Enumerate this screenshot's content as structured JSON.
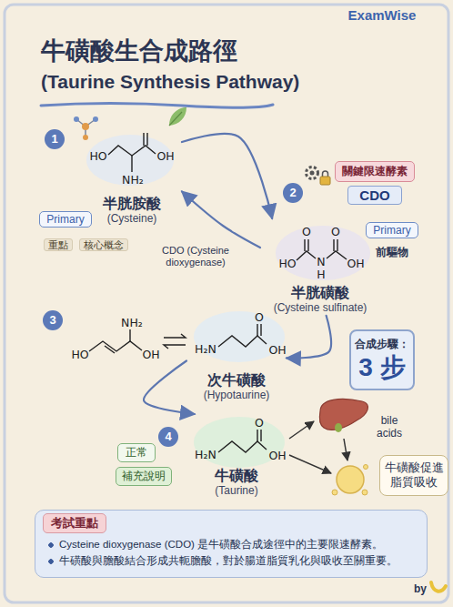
{
  "diagram": {
    "title": "牛磺酸生合成路徑",
    "nodes": [
      {
        "text": [
          "半胱胺酸",
          "(Cysteine)"
        ]
      },
      {
        "text": [
          "Primary"
        ]
      },
      {
        "text": [
          "關鍵限速酵素"
        ]
      },
      {
        "text": [
          "CDO"
        ]
      },
      {
        "text": [
          "半胱磺酸",
          "(Cysteine sulfinate)"
        ]
      },
      {
        "text": [
          "Primary"
        ]
      },
      {
        "text": [
          "次牛磺酸",
          "(Hypotaurine)"
        ]
      },
      {
        "text": [
          "合成步驟：",
          "3 步"
        ]
      },
      {
        "text": [
          "牛磺酸",
          "(Taurine)"
        ]
      },
      {
        "text": [
          "正常"
        ]
      },
      {
        "text": [
          "補充說明"
        ]
      },
      {
        "text": [
          "牛磺酸促進脂質吸收"
        ]
      },
      {
        "text": [
          "考試重點",
          "Cysteine dioxygenase (CDO) 是牛磺酸合成途徑中的主要限速酵素。",
          "牛磺酸與膽酸結合形成共軛膽酸，對於腸道脂質乳化與吸收至關重要。"
        ]
      }
    ],
    "edges": [
      {
        "from": 0,
        "to": 4,
        "arrow": "to"
      },
      {
        "from": 4,
        "to": 0,
        "label": "CDO (Cysteine dioxygenase)",
        "arrow": "to"
      },
      {
        "from": 4,
        "to": 6,
        "arrow": "to"
      },
      {
        "from": 6,
        "to": 8,
        "arrow": "to"
      }
    ],
    "labels": [
      "(Taurine Synthesis Pathway)",
      "ExamWise",
      "1",
      "2",
      "3",
      "4",
      "重點",
      "核心概念",
      "HO",
      "OH",
      "NH₂",
      "O",
      "O",
      "HO",
      "N",
      "H",
      "OH",
      "前驅物",
      "NH₂",
      "HO",
      "OH",
      "O",
      "H₂N",
      "OH",
      "O",
      "H₂N",
      "OH",
      "bile acids",
      "by"
    ]
  }
}
